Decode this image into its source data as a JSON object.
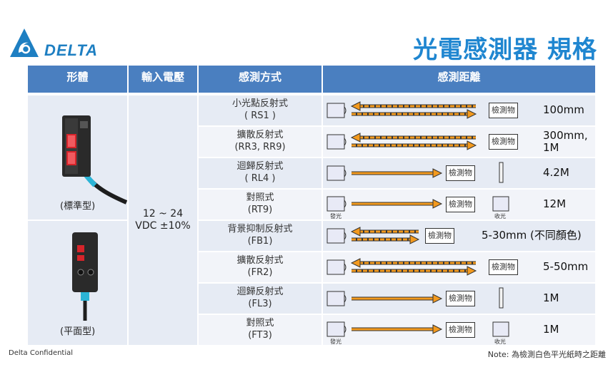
{
  "brand": {
    "logo_text": "DELTA",
    "accent": "#1f86d0",
    "header_bg": "#4a7fc0"
  },
  "title": "光電感測器 規格",
  "headers": {
    "body": "形體",
    "voltage": "輸入電壓",
    "method": "感測方式",
    "distance": "感測距離"
  },
  "bodies": [
    {
      "label": "(標準型)"
    },
    {
      "label": "(平面型)"
    }
  ],
  "voltage": {
    "line1": "12 ~ 24",
    "line2": "VDC ±10%"
  },
  "object_label": "檢測物",
  "emitter_label": "發光",
  "receiver_label": "收光",
  "rows": [
    {
      "method": "小光點反射式",
      "model": "( RS1 )",
      "type": "reflect",
      "distance": "100mm"
    },
    {
      "method": "擴散反射式",
      "model": "(RR3, RR9)",
      "type": "reflect",
      "distance": "300mm,\n1M"
    },
    {
      "method": "迴歸反射式",
      "model": "( RL4 )",
      "type": "retro",
      "distance": "4.2M"
    },
    {
      "method": "對照式",
      "model": "(RT9)",
      "type": "through",
      "distance": "12M"
    },
    {
      "method": "背景抑制反射式",
      "model": "(FB1)",
      "type": "bgs",
      "distance": "5-30mm (不同顏色)"
    },
    {
      "method": "擴散反射式",
      "model": "(FR2)",
      "type": "reflect",
      "distance": "5-50mm"
    },
    {
      "method": "迴歸反射式",
      "model": "(FL3)",
      "type": "retro",
      "distance": "1M"
    },
    {
      "method": "對照式",
      "model": "(FT3)",
      "type": "through",
      "distance": "1M"
    }
  ],
  "footer": {
    "confidential": "Delta Confidential",
    "note": "Note: 為檢測白色平光紙時之距離"
  }
}
